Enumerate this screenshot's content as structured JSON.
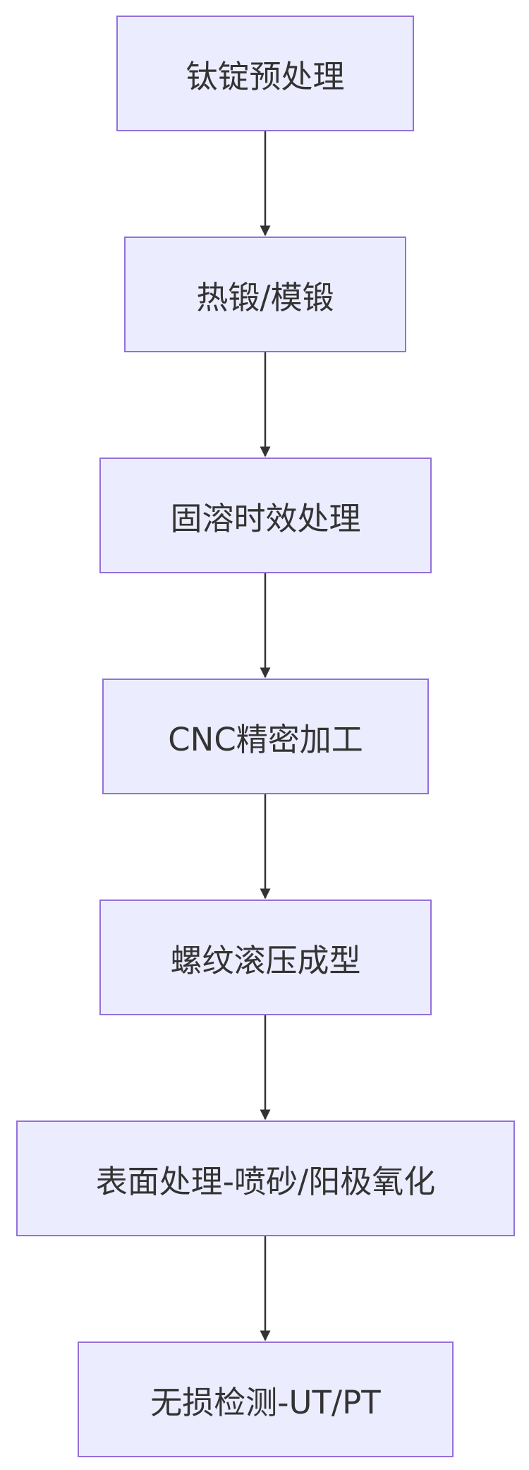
{
  "flowchart": {
    "steps": [
      {
        "label": "钛锭预处理"
      },
      {
        "label": "热锻/模锻"
      },
      {
        "label": "固溶时效处理"
      },
      {
        "label": "CNC精密加工"
      },
      {
        "label": "螺纹滚压成型"
      },
      {
        "label": "表面处理-喷砂/阳极氧化"
      },
      {
        "label": "无损检测-UT/PT"
      }
    ],
    "colors": {
      "node_fill": "#ececff",
      "node_border": "#9370db",
      "edge": "#333333",
      "text": "#333333"
    }
  }
}
